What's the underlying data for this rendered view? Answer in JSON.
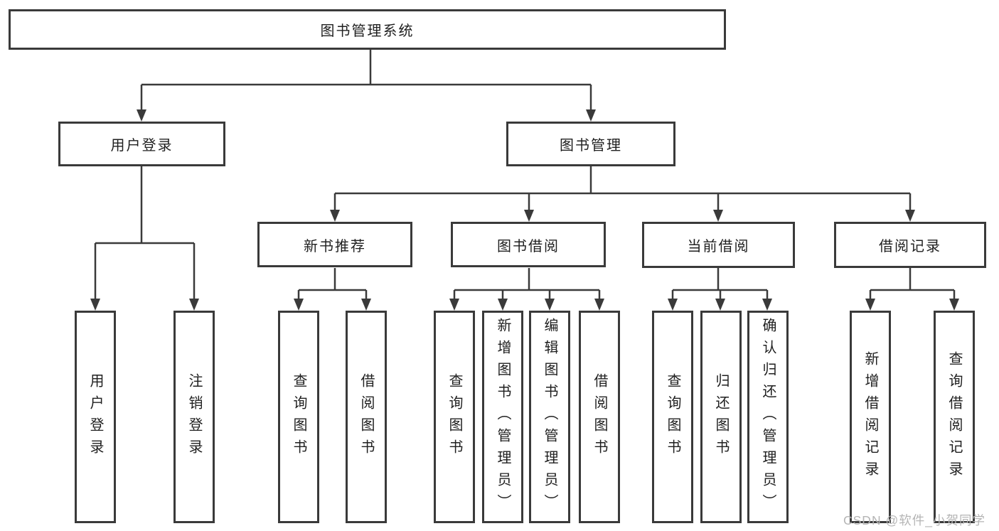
{
  "diagram": {
    "root": {
      "label": "图书管理系统"
    },
    "level1": [
      {
        "label": "用户登录"
      },
      {
        "label": "图书管理"
      }
    ],
    "level2": [
      {
        "label": "新书推荐"
      },
      {
        "label": "图书借阅"
      },
      {
        "label": "当前借阅"
      },
      {
        "label": "借阅记录"
      }
    ],
    "leaves": [
      {
        "label": "用户登录"
      },
      {
        "label": "注销登录"
      },
      {
        "label": "查询图书"
      },
      {
        "label": "借阅图书"
      },
      {
        "label": "查询图书"
      },
      {
        "label": "新增图书（管理员）"
      },
      {
        "label": "编辑图书（管理员）"
      },
      {
        "label": "借阅图书"
      },
      {
        "label": "查询图书"
      },
      {
        "label": "归还图书"
      },
      {
        "label": "确认归还（管理员）"
      },
      {
        "label": "新增借阅记录"
      },
      {
        "label": "查询借阅记录"
      }
    ]
  },
  "watermark": {
    "text": "CSDN @软件_小贺同学",
    "color": "#b5b5b5"
  },
  "colors": {
    "line": "#3a3a3a",
    "text": "#1f1f1f",
    "background": "#ffffff"
  }
}
